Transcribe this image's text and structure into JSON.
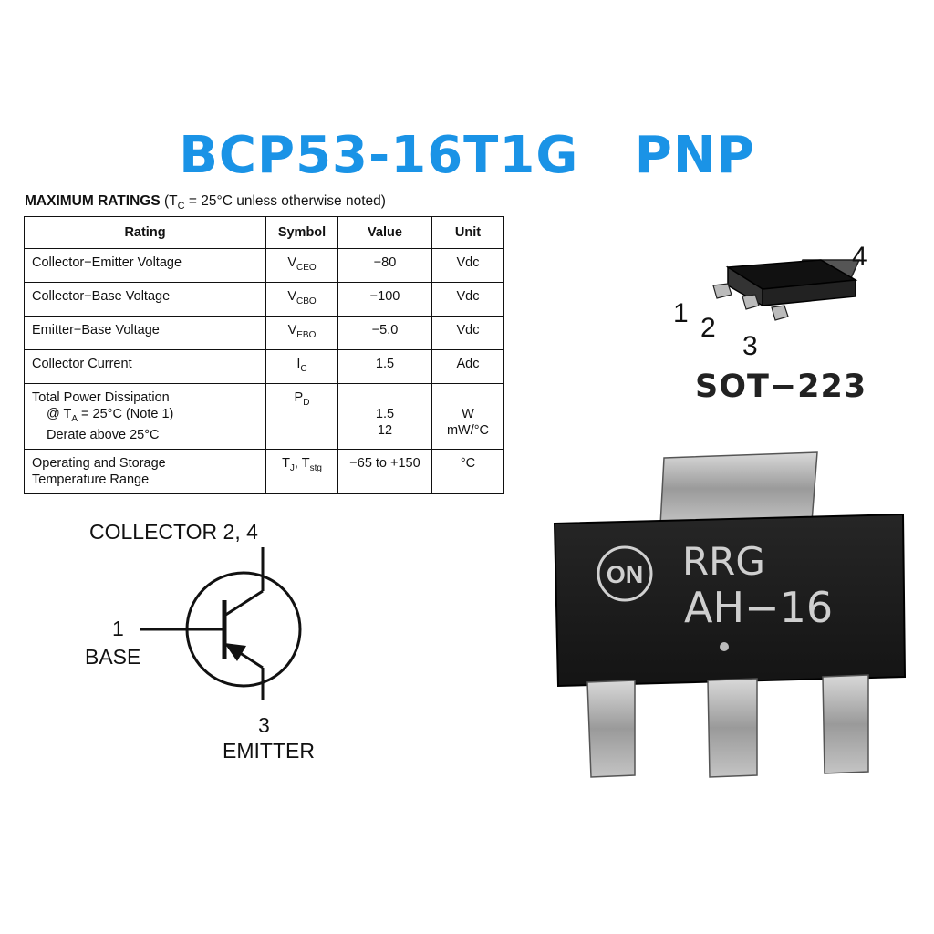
{
  "title": "BCP53-16T1G   PNP",
  "ratings": {
    "heading": "MAXIMUM RATINGS",
    "condition_prefix": "(T",
    "condition_sub": "C",
    "condition_suffix": " = 25°C unless otherwise noted)",
    "columns": [
      "Rating",
      "Symbol",
      "Value",
      "Unit"
    ],
    "rows": [
      {
        "rating": "Collector−Emitter Voltage",
        "sym": "V",
        "sym_sub": "CEO",
        "value": "−80",
        "unit": "Vdc"
      },
      {
        "rating": "Collector−Base Voltage",
        "sym": "V",
        "sym_sub": "CBO",
        "value": "−100",
        "unit": "Vdc"
      },
      {
        "rating": "Emitter−Base Voltage",
        "sym": "V",
        "sym_sub": "EBO",
        "value": "−5.0",
        "unit": "Vdc"
      },
      {
        "rating": "Collector Current",
        "sym": "I",
        "sym_sub": "C",
        "value": "1.5",
        "unit": "Adc"
      }
    ],
    "power": {
      "line1": "Total Power Dissipation",
      "line2_prefix": "@ T",
      "line2_sub": "A",
      "line2_suffix": " = 25°C (Note 1)",
      "line3": "Derate above 25°C",
      "sym": "P",
      "sym_sub": "D",
      "value1": "1.5",
      "value2": "12",
      "unit1": "W",
      "unit2": "mW/°C"
    },
    "temp": {
      "line1": "Operating and Storage",
      "line2": "Temperature Range",
      "sym_a": "T",
      "sym_a_sub": "J",
      "sym_sep": ", T",
      "sym_b_sub": "stg",
      "value": "−65 to +150",
      "unit": "°C"
    }
  },
  "package": {
    "name": "SOT−223",
    "pins": [
      "1",
      "2",
      "3",
      "4"
    ]
  },
  "schematic": {
    "collector": "COLLECTOR 2, 4",
    "base_num": "1",
    "base": "BASE",
    "emitter_num": "3",
    "emitter": "EMITTER"
  },
  "chip": {
    "logo": "ON",
    "line1": "RRG",
    "line2": "AH−16"
  }
}
